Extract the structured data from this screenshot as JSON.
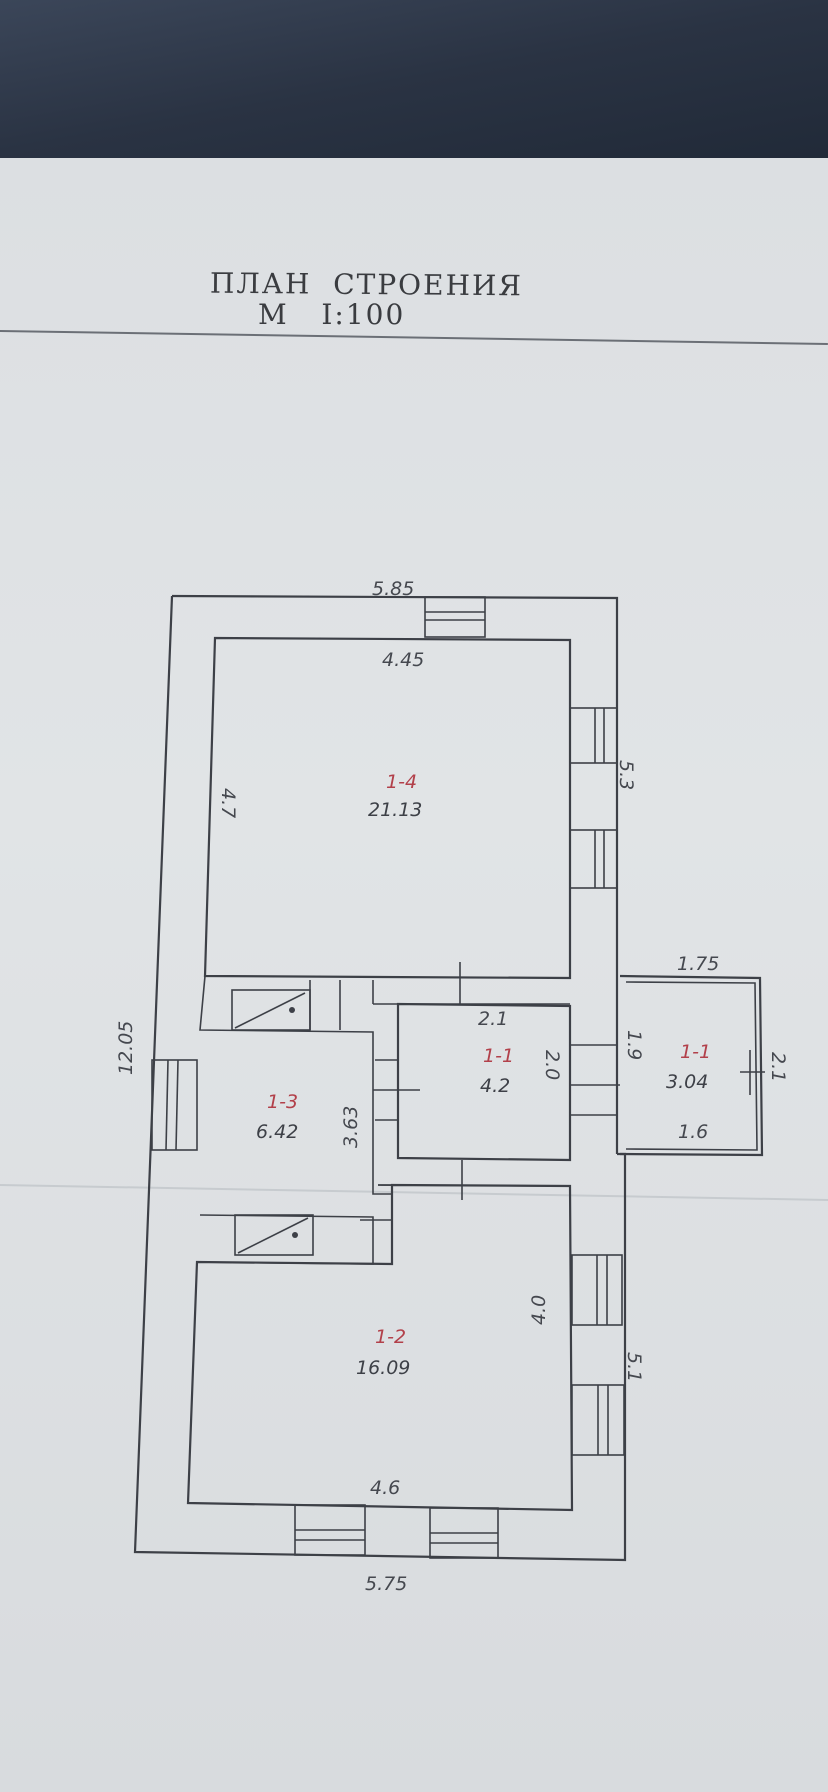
{
  "title": {
    "line1": "ПЛАН  СТРОЕНИЯ",
    "line2": "М   I:100"
  },
  "rooms": [
    {
      "id": "1-4",
      "area": "21.13"
    },
    {
      "id": "1-1",
      "area": "4.2"
    },
    {
      "id": "1-1",
      "area": "3.04"
    },
    {
      "id": "1-3",
      "area": "6.42"
    },
    {
      "id": "1-2",
      "area": "16.09"
    }
  ],
  "dimensions": {
    "top_outer": "5.85",
    "top_inner": "4.45",
    "room14_height": "4.7",
    "right_upper": "5.3",
    "left_total": "12.05",
    "porch_top": "1.75",
    "porch_left": "1.9",
    "porch_right": "2.1",
    "porch_bottom": "1.6",
    "hall_top": "2.1",
    "hall_right": "2.0",
    "room13_width": "3.63",
    "room12_height": "4.0",
    "right_lower": "5.1",
    "bottom_inner": "4.6",
    "bottom_outer": "5.75"
  },
  "colors": {
    "ink": "#3d4047",
    "red_label": "#b2404a",
    "paper": "#dfe2e4"
  }
}
